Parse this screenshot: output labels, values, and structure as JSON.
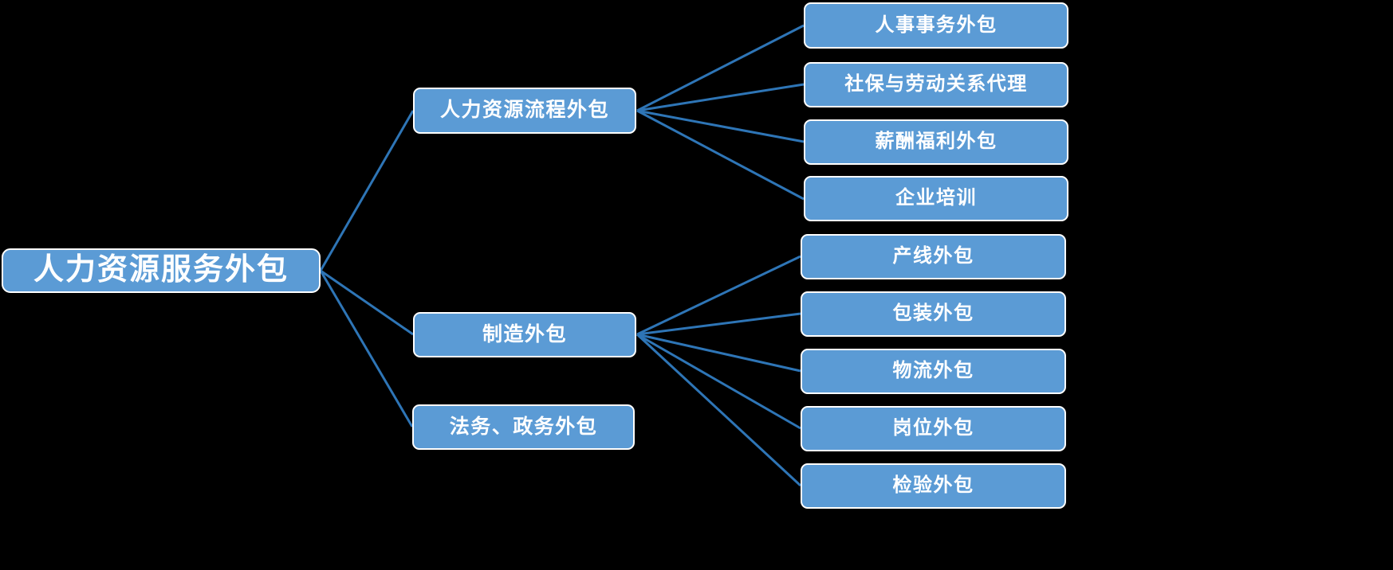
{
  "diagram": {
    "title": "人力资源服务外包",
    "background_color": "#000000",
    "node_fill_color": "#5b9bd5",
    "node_border_color": "#ffffff",
    "node_text_color": "#ffffff",
    "connector_color": "#2e75b6"
  },
  "root": {
    "label": "人力资源服务外包"
  },
  "branches": [
    {
      "label": "人力资源流程外包"
    },
    {
      "label": "制造外包"
    },
    {
      "label": "法务、政务外包"
    }
  ],
  "leaves_hr": [
    {
      "label": "人事事务外包"
    },
    {
      "label": "社保与劳动关系代理"
    },
    {
      "label": "薪酬福利外包"
    },
    {
      "label": "企业培训"
    }
  ],
  "leaves_manufacturing": [
    {
      "label": "产线外包"
    },
    {
      "label": "包装外包"
    },
    {
      "label": "物流外包"
    },
    {
      "label": "岗位外包"
    },
    {
      "label": "检验外包"
    }
  ]
}
